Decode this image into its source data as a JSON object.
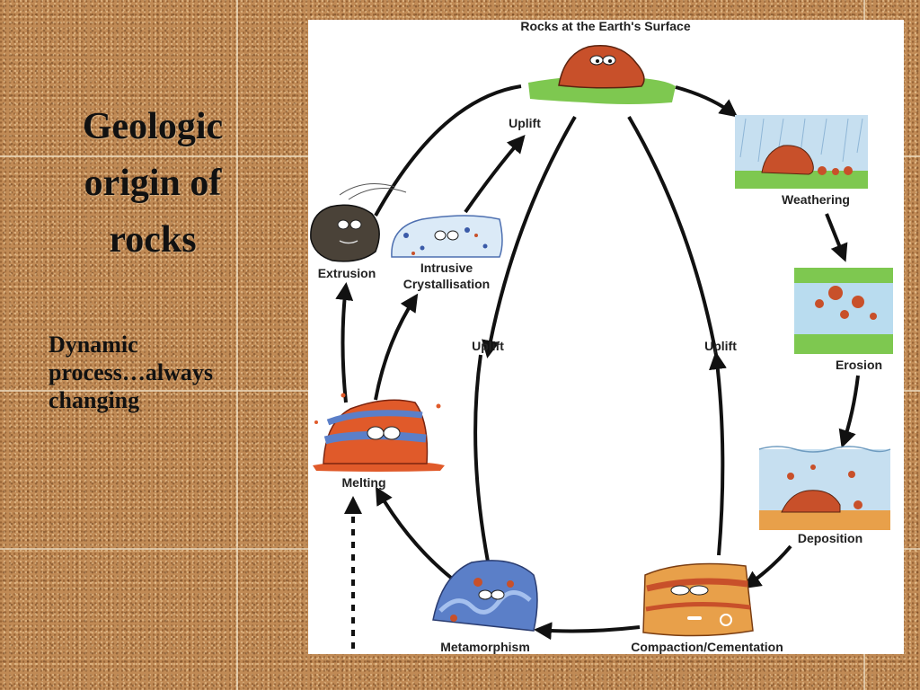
{
  "slide": {
    "title_lines": [
      "Geologic",
      "origin of",
      "rocks"
    ],
    "subtitle_lines": [
      "Dynamic",
      "process…always",
      "changing"
    ]
  },
  "diagram": {
    "header": "Rocks at the Earth's Surface",
    "stages": {
      "weathering": "Weathering",
      "erosion": "Erosion",
      "deposition": "Deposition",
      "compaction": "Compaction/Cementation",
      "metamorphism": "Metamorphism",
      "melting": "Melting",
      "extrusion": "Extrusion",
      "intrusive_1": "Intrusive",
      "intrusive_2": "Crystallisation"
    },
    "uplift_labels": [
      "Uplift",
      "Uplift",
      "Uplift"
    ]
  },
  "colors": {
    "arrow": "#111111",
    "rock_red": "#c8502a",
    "grass": "#7ec850",
    "water": "#b9dcef",
    "sand": "#e8a04a",
    "magma": "#e05a2a",
    "metamorphic_blue": "#5b7fc8"
  }
}
